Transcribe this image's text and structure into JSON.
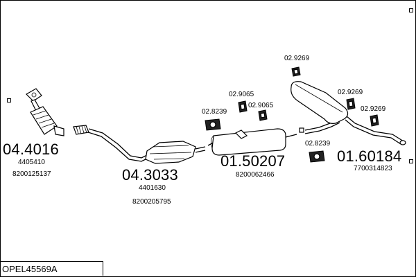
{
  "diagram": {
    "title": "OPEL45569A",
    "parts": {
      "p1": {
        "code": "04.4016",
        "refs": [
          "4405410",
          "8200125137"
        ]
      },
      "p2": {
        "code": "04.3033",
        "refs": [
          "4401630",
          "8200205795"
        ]
      },
      "p3": {
        "code": "01.50207",
        "refs": [
          "8200062466"
        ]
      },
      "p4": {
        "code": "01.60184",
        "refs": [
          "7700314823"
        ]
      }
    },
    "accessories": [
      {
        "code": "02.9269"
      },
      {
        "code": "02.9065"
      },
      {
        "code": "02.9065"
      },
      {
        "code": "02.8239"
      },
      {
        "code": "02.9269"
      },
      {
        "code": "02.9269"
      },
      {
        "code": "02.8239"
      }
    ]
  }
}
